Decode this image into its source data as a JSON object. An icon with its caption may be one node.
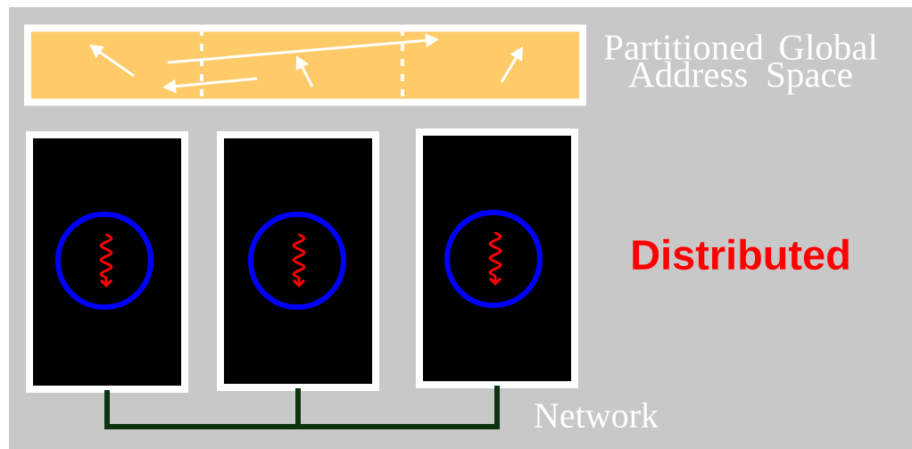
{
  "diagram": {
    "nodes": [
      {
        "text": [],
        "shape": "bar",
        "beside": [
          "Partitioned Global Address Space"
        ]
      },
      {
        "text": [],
        "shape": "box"
      },
      {
        "text": [],
        "shape": "box"
      },
      {
        "text": [],
        "shape": "box"
      },
      {
        "text": [],
        "shape": "circle",
        "in": 1
      },
      {
        "text": [],
        "shape": "circle",
        "in": 2
      },
      {
        "text": [],
        "shape": "circle",
        "in": 3
      }
    ],
    "edges": [
      {
        "from": 1,
        "to": 2,
        "arrow": "none",
        "color": "#0f3310"
      },
      {
        "from": 2,
        "to": 3,
        "arrow": "none",
        "color": "#0f3310"
      }
    ],
    "labels": [
      "Distributed",
      "Network"
    ]
  }
}
